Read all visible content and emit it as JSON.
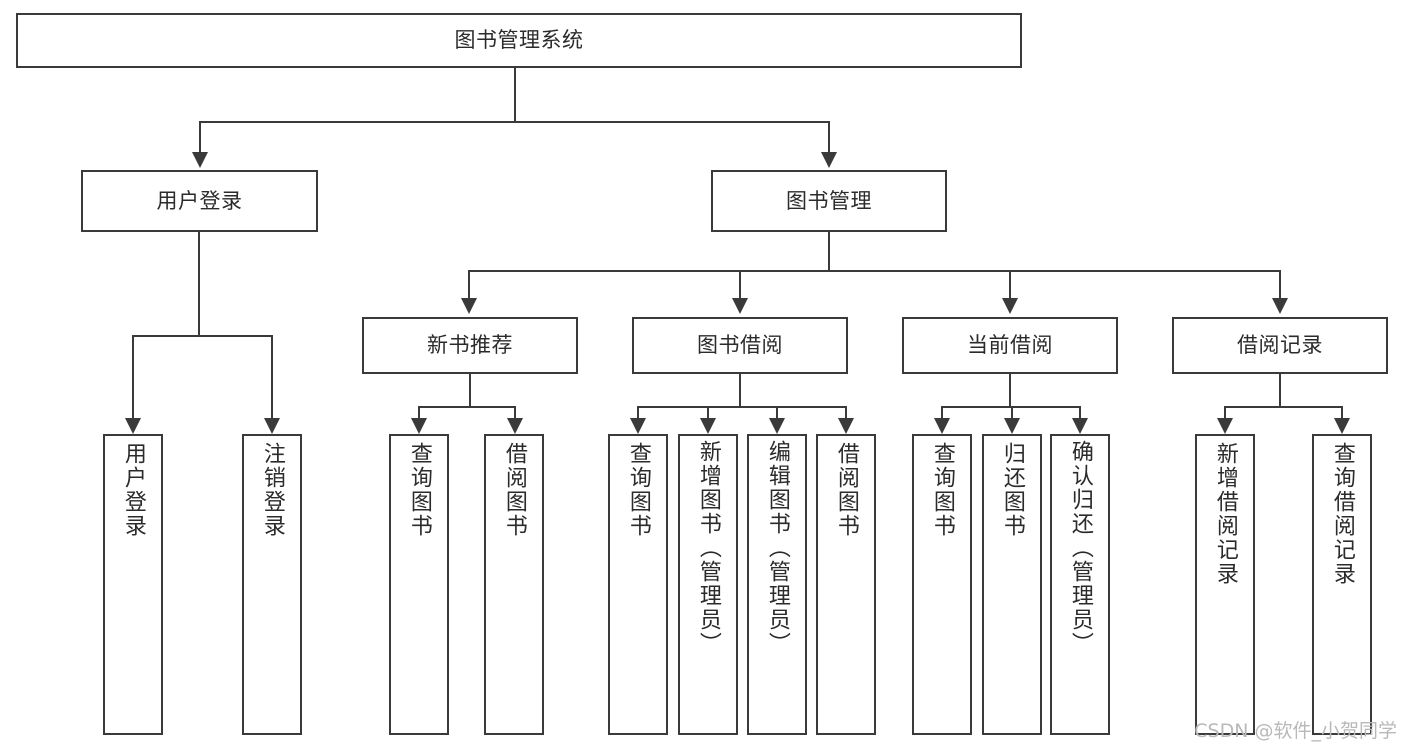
{
  "diagram": {
    "type": "tree-hierarchy",
    "root": {
      "label": "图书管理系统"
    },
    "level2": [
      {
        "label": "用户登录"
      },
      {
        "label": "图书管理"
      }
    ],
    "level3": [
      {
        "label": "新书推荐"
      },
      {
        "label": "图书借阅"
      },
      {
        "label": "当前借阅"
      },
      {
        "label": "借阅记录"
      }
    ],
    "leaves": {
      "user_login": [
        {
          "label": "用户登录"
        },
        {
          "label": "注销登录"
        }
      ],
      "new_book_recommend": [
        {
          "label": "查询图书"
        },
        {
          "label": "借阅图书"
        }
      ],
      "book_borrow": [
        {
          "label": "查询图书"
        },
        {
          "label": "新增图书（管理员）"
        },
        {
          "label": "编辑图书（管理员）"
        },
        {
          "label": "借阅图书"
        }
      ],
      "current_borrow": [
        {
          "label": "查询图书"
        },
        {
          "label": "归还图书"
        },
        {
          "label": "确认归还（管理员）"
        }
      ],
      "borrow_record": [
        {
          "label": "新增借阅记录"
        },
        {
          "label": "查询借阅记录"
        }
      ]
    }
  },
  "watermark": {
    "text": "CSDN @软件_小贺同学"
  },
  "colors": {
    "stroke": "#3a3a3a",
    "text": "#2b2b2b",
    "background": "#ffffff",
    "watermark": "#b9b9b9"
  }
}
